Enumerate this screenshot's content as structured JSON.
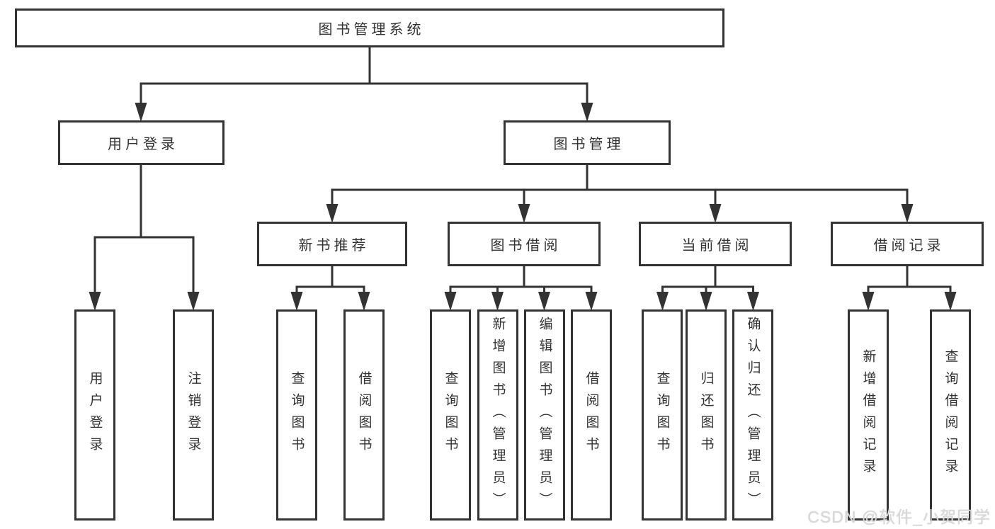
{
  "diagram": {
    "tree": {
      "root": {
        "label": "图书管理系统",
        "children": [
          {
            "label": "用户登录",
            "children": [
              {
                "label": "用户登录"
              },
              {
                "label": "注销登录"
              }
            ]
          },
          {
            "label": "图书管理",
            "children": [
              {
                "label": "新书推荐",
                "children": [
                  {
                    "label": "查询图书"
                  },
                  {
                    "label": "借阅图书"
                  }
                ]
              },
              {
                "label": "图书借阅",
                "children": [
                  {
                    "label": "查询图书"
                  },
                  {
                    "label": "新增图书（管理员）"
                  },
                  {
                    "label": "编辑图书（管理员）"
                  },
                  {
                    "label": "借阅图书"
                  }
                ]
              },
              {
                "label": "当前借阅",
                "children": [
                  {
                    "label": "查询图书"
                  },
                  {
                    "label": "归还图书"
                  },
                  {
                    "label": "确认归还（管理员）"
                  }
                ]
              },
              {
                "label": "借阅记录",
                "children": [
                  {
                    "label": "新增借阅记录"
                  },
                  {
                    "label": "查询借阅记录"
                  }
                ]
              }
            ]
          }
        ]
      }
    },
    "colors": {
      "line": "#333333",
      "box_border": "#333333",
      "text": "#333333",
      "background": "#ffffff",
      "watermark": "#d9d9d9"
    }
  },
  "watermark": {
    "text": "CSDN @软件_小贺同学"
  }
}
